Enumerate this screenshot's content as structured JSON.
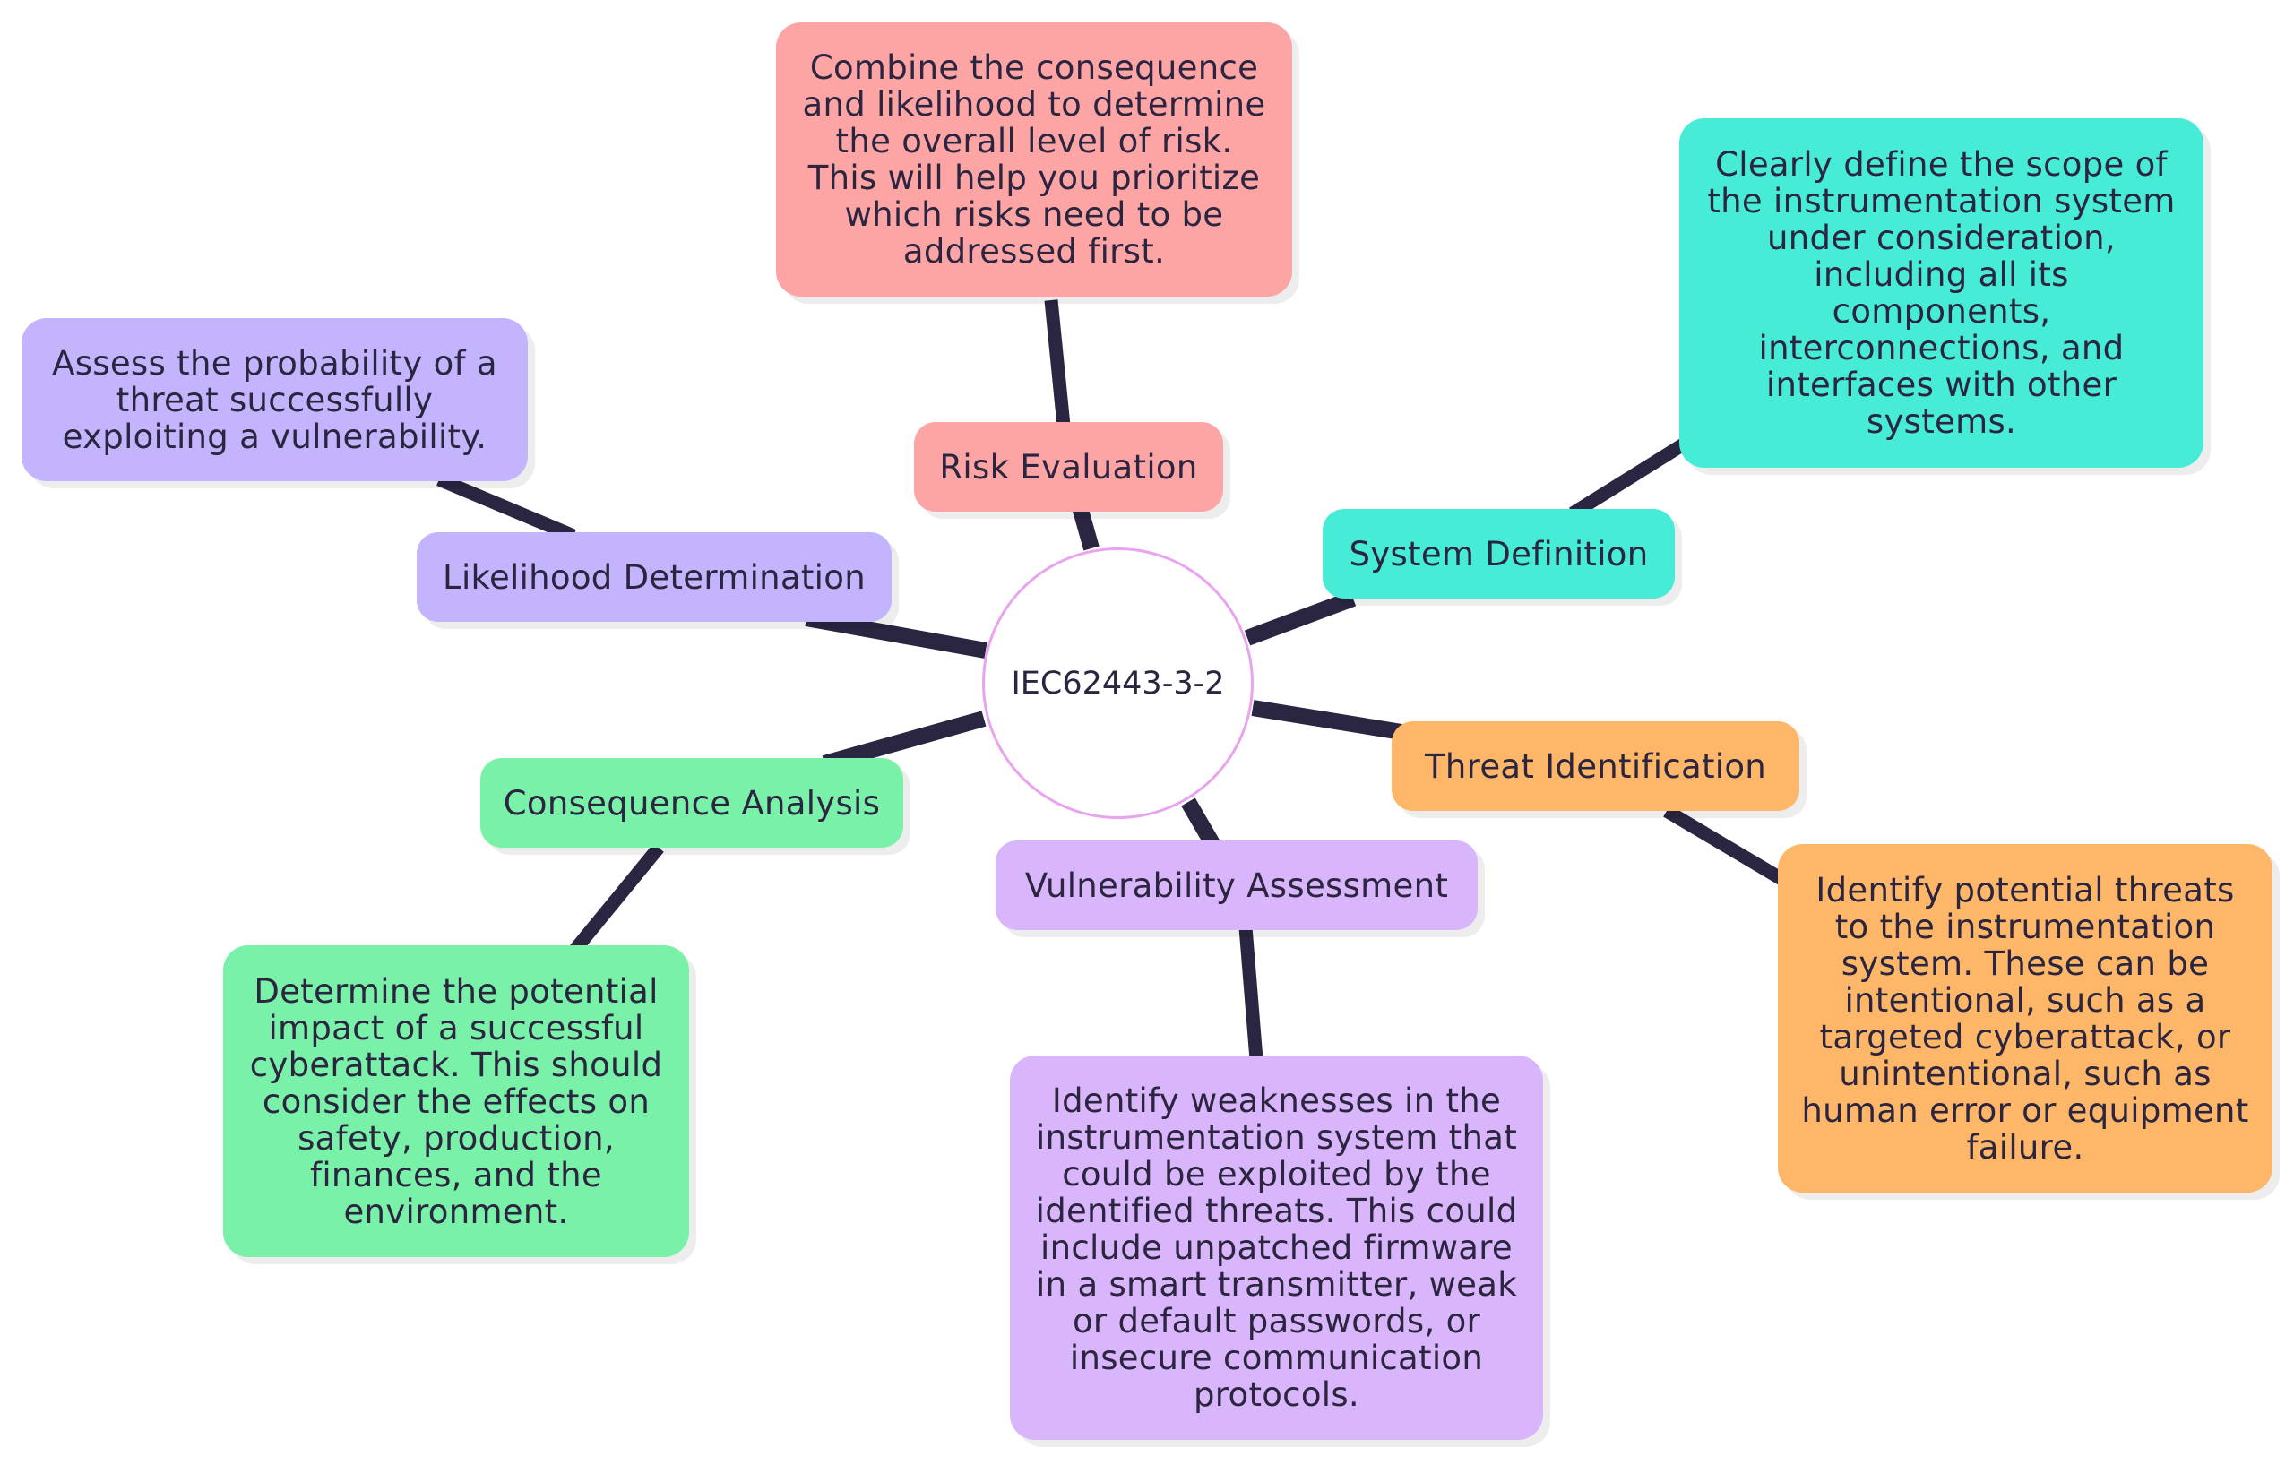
{
  "root": {
    "label": "IEC62443-3-2"
  },
  "colors": {
    "link": "#2a2540",
    "risk": "#fda4a4",
    "system": "#46ecd6",
    "threat": "#feb768",
    "vulnerability": "#d9b6fb",
    "consequence": "#7af1a8",
    "likelihood": "#c4b4fd",
    "center_border": "#e8a4ee"
  },
  "branches": {
    "risk": {
      "label": "Risk Evaluation",
      "detail": "Combine the consequence and likelihood to determine the overall level of risk. This will help you prioritize which risks need to be addressed first."
    },
    "system": {
      "label": "System Definition",
      "detail": "Clearly define the scope of the instrumentation system under consideration, including all its components, interconnections, and interfaces with other systems."
    },
    "threat": {
      "label": "Threat Identification",
      "detail": "Identify potential threats to the instrumentation system. These can be intentional, such as a targeted cyberattack, or unintentional, such as human error or equipment failure."
    },
    "vulnerability": {
      "label": "Vulnerability Assessment",
      "detail": "Identify weaknesses in the instrumentation system that could be exploited by the identified threats. This could include unpatched firmware in a smart transmitter, weak or default passwords, or insecure communication protocols."
    },
    "consequence": {
      "label": "Consequence Analysis",
      "detail": "Determine the potential impact of a successful cyberattack. This should consider the effects on safety, production, finances, and the environment."
    },
    "likelihood": {
      "label": "Likelihood Determination",
      "detail": "Assess the probability of a threat successfully exploiting a vulnerability."
    }
  }
}
